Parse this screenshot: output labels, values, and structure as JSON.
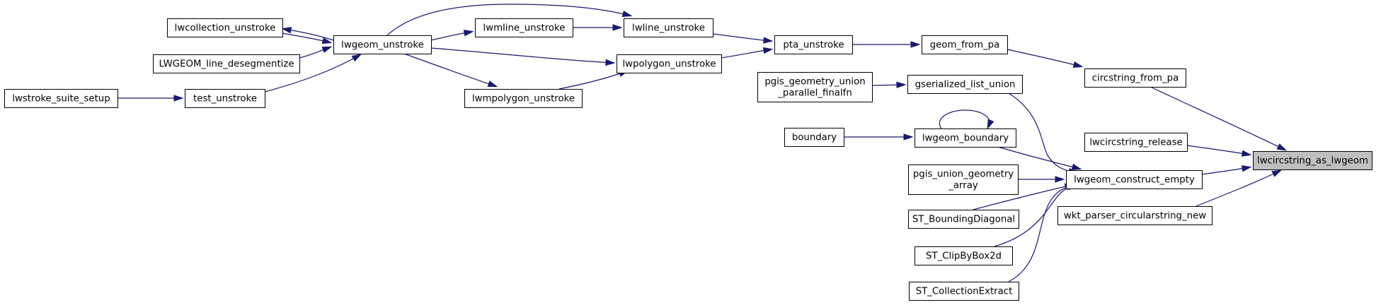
{
  "graph": {
    "root": "lwcircstring_as_lwgeom",
    "nodes": [
      {
        "id": "lwcollection_unstroke",
        "lines": [
          "lwcollection_unstroke"
        ]
      },
      {
        "id": "lwgeom_unstroke",
        "lines": [
          "lwgeom_unstroke"
        ]
      },
      {
        "id": "LWGEOM_line_desegmentize",
        "lines": [
          "LWGEOM_line_desegmentize"
        ]
      },
      {
        "id": "lwstroke_suite_setup",
        "lines": [
          "lwstroke_suite_setup"
        ]
      },
      {
        "id": "test_unstroke",
        "lines": [
          "test_unstroke"
        ]
      },
      {
        "id": "lwmline_unstroke",
        "lines": [
          "lwmline_unstroke"
        ]
      },
      {
        "id": "lwline_unstroke",
        "lines": [
          "lwline_unstroke"
        ]
      },
      {
        "id": "lwpolygon_unstroke",
        "lines": [
          "lwpolygon_unstroke"
        ]
      },
      {
        "id": "lwmpolygon_unstroke",
        "lines": [
          "lwmpolygon_unstroke"
        ]
      },
      {
        "id": "pta_unstroke",
        "lines": [
          "pta_unstroke"
        ]
      },
      {
        "id": "geom_from_pa",
        "lines": [
          "geom_from_pa"
        ]
      },
      {
        "id": "circstring_from_pa",
        "lines": [
          "circstring_from_pa"
        ]
      },
      {
        "id": "pgis_geometry_union_parallel_finalfn",
        "lines": [
          "pgis_geometry_union",
          "_parallel_finalfn"
        ]
      },
      {
        "id": "gserialized_list_union",
        "lines": [
          "gserialized_list_union"
        ]
      },
      {
        "id": "boundary",
        "lines": [
          "boundary"
        ]
      },
      {
        "id": "lwgeom_boundary",
        "lines": [
          "lwgeom_boundary"
        ]
      },
      {
        "id": "pgis_union_geometry_array",
        "lines": [
          "pgis_union_geometry",
          "_array"
        ]
      },
      {
        "id": "ST_BoundingDiagonal",
        "lines": [
          "ST_BoundingDiagonal"
        ]
      },
      {
        "id": "ST_ClipByBox2d",
        "lines": [
          "ST_ClipByBox2d"
        ]
      },
      {
        "id": "ST_CollectionExtract",
        "lines": [
          "ST_CollectionExtract"
        ]
      },
      {
        "id": "lwgeom_construct_empty",
        "lines": [
          "lwgeom_construct_empty"
        ]
      },
      {
        "id": "lwcircstring_release",
        "lines": [
          "lwcircstring_release"
        ]
      },
      {
        "id": "wkt_parser_circularstring_new",
        "lines": [
          "wkt_parser_circularstring_new"
        ]
      },
      {
        "id": "lwcircstring_as_lwgeom",
        "lines": [
          "lwcircstring_as_lwgeom"
        ]
      }
    ],
    "edges": [
      {
        "from": "lwgeom_unstroke",
        "to": "lwcollection_unstroke"
      },
      {
        "from": "lwcollection_unstroke",
        "to": "lwgeom_unstroke"
      },
      {
        "from": "LWGEOM_line_desegmentize",
        "to": "lwgeom_unstroke"
      },
      {
        "from": "test_unstroke",
        "to": "lwgeom_unstroke"
      },
      {
        "from": "lwstroke_suite_setup",
        "to": "test_unstroke"
      },
      {
        "from": "lwgeom_unstroke",
        "to": "lwmline_unstroke"
      },
      {
        "from": "lwgeom_unstroke",
        "to": "lwline_unstroke"
      },
      {
        "from": "lwmline_unstroke",
        "to": "lwline_unstroke"
      },
      {
        "from": "lwgeom_unstroke",
        "to": "lwpolygon_unstroke"
      },
      {
        "from": "lwgeom_unstroke",
        "to": "lwmpolygon_unstroke"
      },
      {
        "from": "lwmpolygon_unstroke",
        "to": "lwpolygon_unstroke"
      },
      {
        "from": "lwline_unstroke",
        "to": "pta_unstroke"
      },
      {
        "from": "lwpolygon_unstroke",
        "to": "pta_unstroke"
      },
      {
        "from": "pta_unstroke",
        "to": "geom_from_pa"
      },
      {
        "from": "geom_from_pa",
        "to": "circstring_from_pa"
      },
      {
        "from": "circstring_from_pa",
        "to": "lwcircstring_as_lwgeom"
      },
      {
        "from": "pgis_geometry_union_parallel_finalfn",
        "to": "gserialized_list_union"
      },
      {
        "from": "gserialized_list_union",
        "to": "lwgeom_construct_empty"
      },
      {
        "from": "boundary",
        "to": "lwgeom_boundary"
      },
      {
        "from": "lwgeom_boundary",
        "to": "lwgeom_boundary"
      },
      {
        "from": "lwgeom_boundary",
        "to": "lwgeom_construct_empty"
      },
      {
        "from": "pgis_union_geometry_array",
        "to": "lwgeom_construct_empty"
      },
      {
        "from": "ST_BoundingDiagonal",
        "to": "lwgeom_construct_empty"
      },
      {
        "from": "ST_ClipByBox2d",
        "to": "lwgeom_construct_empty"
      },
      {
        "from": "ST_CollectionExtract",
        "to": "lwgeom_construct_empty"
      },
      {
        "from": "lwgeom_construct_empty",
        "to": "lwcircstring_as_lwgeom"
      },
      {
        "from": "lwcircstring_release",
        "to": "lwcircstring_as_lwgeom"
      },
      {
        "from": "wkt_parser_circularstring_new",
        "to": "lwcircstring_as_lwgeom"
      }
    ]
  }
}
